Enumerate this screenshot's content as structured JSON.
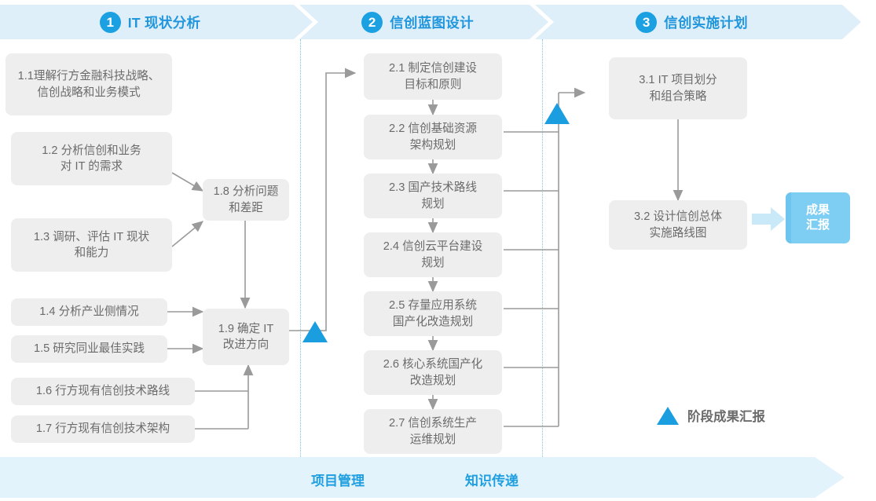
{
  "phases": [
    {
      "num": "1",
      "title": "IT 现状分析"
    },
    {
      "num": "2",
      "title": "信创蓝图设计"
    },
    {
      "num": "3",
      "title": "信创实施计划"
    }
  ],
  "nodes": {
    "n11": "1.1理解行方金融科技战略、\n信创战略和业务模式",
    "n12": "1.2 分析信创和业务\n对 IT 的需求",
    "n13": "1.3 调研、评估 IT 现状\n和能力",
    "n14": "1.4 分析产业侧情况",
    "n15": "1.5 研究同业最佳实践",
    "n16": "1.6 行方现有信创技术路线",
    "n17": "1.7 行方现有信创技术架构",
    "n18": "1.8 分析问题\n和差距",
    "n19": "1.9 确定 IT\n改进方向",
    "n21": "2.1 制定信创建设\n目标和原则",
    "n22": "2.2 信创基础资源\n架构规划",
    "n23": "2.3 国产技术路线\n规划",
    "n24": "2.4 信创云平台建设\n规划",
    "n25": "2.5 存量应用系统\n国产化改造规划",
    "n26": "2.6 核心系统国产化\n改造规划",
    "n27": "2.7 信创系统生产\n运维规划",
    "n31": "3.1 IT 项目划分\n和组合策略",
    "n32": "3.2 设计信创总体\n实施路线图"
  },
  "result_chip": "成果\n汇报",
  "legend": {
    "label": "阶段成果汇报",
    "marker": "milestone-triangle"
  },
  "bottom": {
    "left_label": "项目管理",
    "right_label": "知识传递"
  },
  "colors": {
    "accent_blue": "#1b9ee0",
    "title_blue": "#2196dd",
    "band_fill": "#deeffa",
    "bottom_band_fill": "#e2f3fb",
    "chip_fill": "#7ecef4",
    "node_fill": "#eeeeee",
    "node_text": "#6b6b6b",
    "connector": "#9a9a9a",
    "divider_dotted": "#7fc6e8"
  }
}
